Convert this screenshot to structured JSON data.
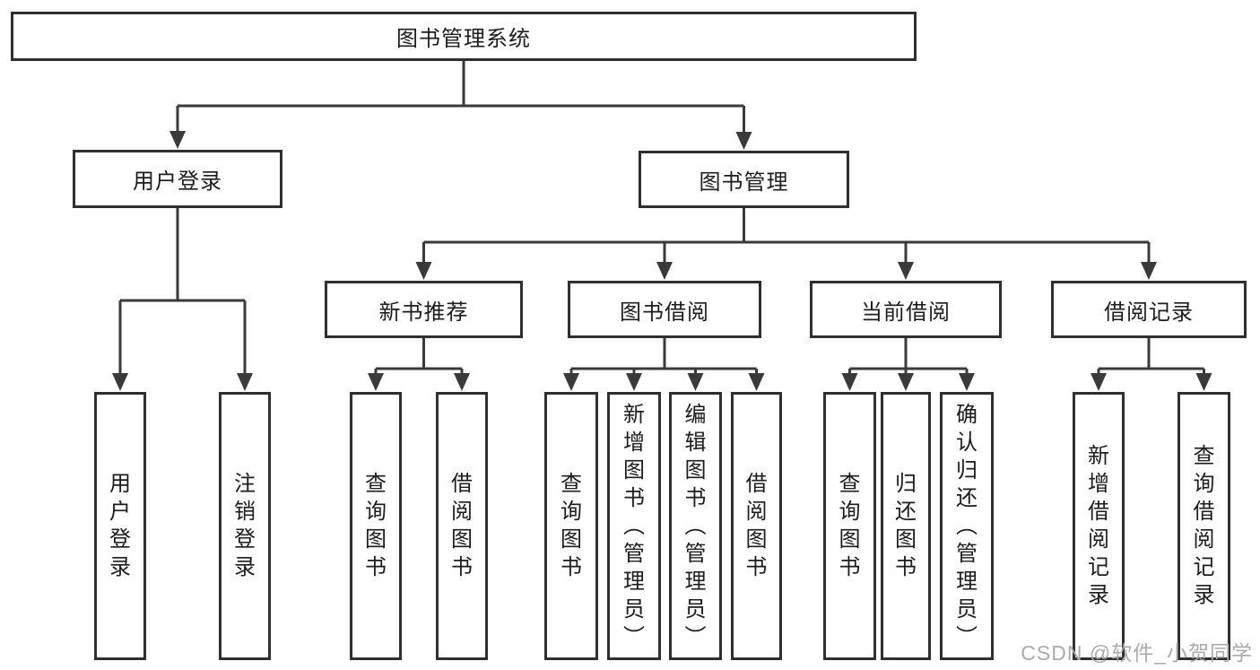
{
  "diagram": {
    "title": "图书管理系统",
    "tree": {
      "id": "root",
      "label": "图书管理系统",
      "children": [
        {
          "id": "login",
          "label": "用户登录",
          "children": [
            {
              "id": "l_login",
              "label": "用户登录"
            },
            {
              "id": "l_logout",
              "label": "注销登录"
            }
          ]
        },
        {
          "id": "mgmt",
          "label": "图书管理",
          "children": [
            {
              "id": "rec",
              "label": "新书推荐",
              "children": [
                {
                  "id": "l_rec_q",
                  "label": "查询图书"
                },
                {
                  "id": "l_rec_b",
                  "label": "借阅图书"
                }
              ]
            },
            {
              "id": "borrow",
              "label": "图书借阅",
              "children": [
                {
                  "id": "l_bor_q",
                  "label": "查询图书"
                },
                {
                  "id": "l_bor_add",
                  "label": "新增图书（管理员）"
                },
                {
                  "id": "l_bor_edit",
                  "label": "编辑图书（管理员）"
                },
                {
                  "id": "l_bor_b",
                  "label": "借阅图书"
                }
              ]
            },
            {
              "id": "current",
              "label": "当前借阅",
              "children": [
                {
                  "id": "l_cur_q",
                  "label": "查询图书"
                },
                {
                  "id": "l_cur_ret",
                  "label": "归还图书"
                },
                {
                  "id": "l_cur_conf",
                  "label": "确认归还（管理员）"
                }
              ]
            },
            {
              "id": "record",
              "label": "借阅记录",
              "children": [
                {
                  "id": "l_rd_add",
                  "label": "新增借阅记录"
                },
                {
                  "id": "l_rd_q",
                  "label": "查询借阅记录"
                }
              ]
            }
          ]
        }
      ]
    },
    "colors": {
      "line": "#3a3a3a",
      "box_border": "#2f2f2f",
      "text": "#1c1c1c",
      "watermark": "#ababab"
    }
  },
  "watermark": "CSDN @软件_小贺同学"
}
